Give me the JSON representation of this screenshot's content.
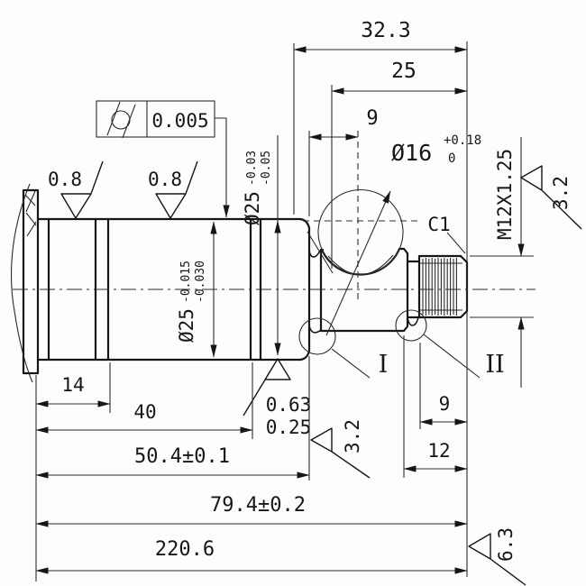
{
  "drawing": {
    "kind": "shaft engineering drawing",
    "colors": {
      "line": "#161616",
      "background": "#fdfdfd"
    }
  },
  "dims": {
    "top_32": "32.3",
    "top_25": "25",
    "top_9": "9",
    "dia16": "Ø16",
    "dia16_up": "+0.18",
    "dia16_lo": "0",
    "chamfer": "C1",
    "thread": "M12X1.25",
    "dia25_b": "Ø25",
    "dia25_b_up": "-0.03",
    "dia25_b_lo": "-0.05",
    "dia25_a": "Ø25",
    "dia25_a_up": "-0.015",
    "dia25_a_lo": "-0.030",
    "len_14": "14",
    "len_40": "40",
    "len_50": "50.4±0.1",
    "len_79": "79.4±0.2",
    "overall": "220.6",
    "bot_9": "9",
    "bot_12": "12"
  },
  "surface": {
    "ra_left": "0.8",
    "ra_mid": "0.8",
    "ra_063": "0.63",
    "ra_025": "0.25",
    "ra_32_mid": "3.2",
    "ra_32_right": "3.2",
    "ra_63": "6.3"
  },
  "geom_tol": {
    "cylindricity": "0.005"
  },
  "details": {
    "one": "I",
    "two": "II"
  }
}
